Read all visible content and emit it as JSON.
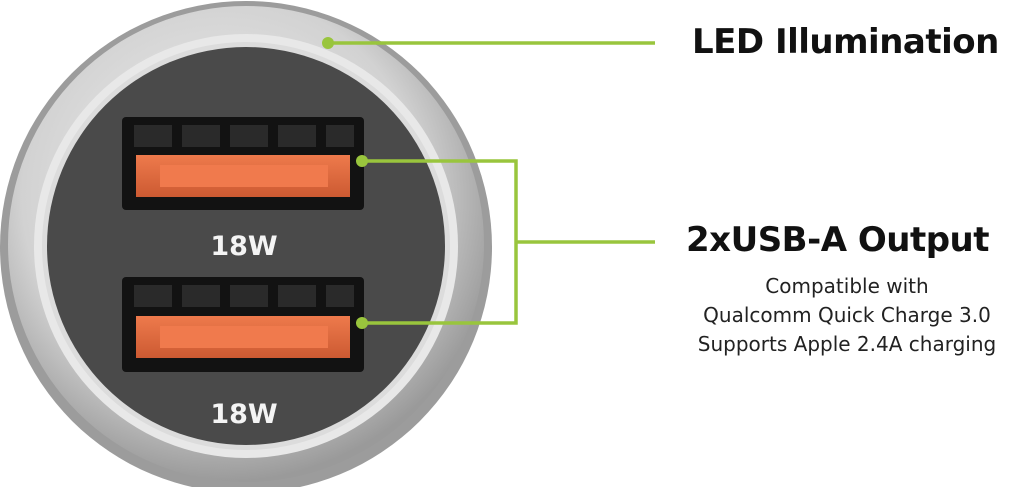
{
  "colors": {
    "callout_line": "#99c53d",
    "port_orange": "#e06a3e",
    "housing_dark": "#4a4a4a",
    "ring_silver": "#c4c4c4"
  },
  "ports": [
    {
      "label": "18W"
    },
    {
      "label": "18W"
    }
  ],
  "callouts": {
    "led": {
      "title": "LED Illumination"
    },
    "usb": {
      "title": "2xUSB-A Output",
      "description": [
        "Compatible with",
        "Qualcomm Quick Charge  3.0",
        "Supports Apple 2.4A charging"
      ]
    }
  }
}
